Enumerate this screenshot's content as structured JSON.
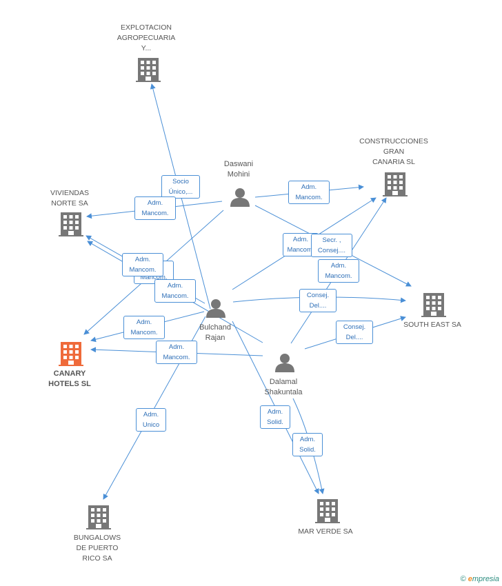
{
  "colors": {
    "edge": "#4a8fd6",
    "building": "#777777",
    "main_building": "#ef6a3a",
    "person": "#777777"
  },
  "companies": {
    "explotacion": "EXPLOTACION\nAGROPECUARIA\nY...",
    "construcciones": "CONSTRUCCIONES\nGRAN\nCANARIA SL",
    "viviendas": "VIVIENDAS\nNORTE SA",
    "canary": "CANARY\nHOTELS SL",
    "south_east": "SOUTH EAST SA",
    "bungalows": "BUNGALOWS\nDE PUERTO\nRICO SA",
    "mar_verde": "MAR VERDE SA"
  },
  "persons": {
    "daswani": "Daswani\nMohini",
    "bulchand": "Bulchand\nRajan",
    "dalamal": "Dalamal\nShakuntala"
  },
  "edges": {
    "socio_unico": "Socio\nÚnico,...",
    "daswani_viviendas": "Adm.\nMancom.",
    "daswani_construcciones": "Adm.\nMancom.",
    "adm_mancom_mid": "Adm.\nMancom.",
    "secr_consej": "Secr. ,\nConsej....",
    "dalamal_construcciones": "Adm.\nMancom.",
    "left_cluster_a": "Adm.\nMancom.",
    "left_cluster_b": "Adm.\nMancom.",
    "left_cluster_c": "Adm.\nMancom.",
    "bulchand_canary": "Adm.\nMancom.",
    "dalamal_canary": "Adm.\nMancom.",
    "consej_del_bulchand": "Consej.\nDel....",
    "consej_del_dalamal": "Consej.\nDel....",
    "adm_unico": "Adm.\nUnico",
    "adm_solid_a": "Adm.\nSolid.",
    "adm_solid_b": "Adm.\nSolid."
  },
  "footer": {
    "copyright": "©",
    "brand_e": "e",
    "brand_rest": "mpresia"
  }
}
